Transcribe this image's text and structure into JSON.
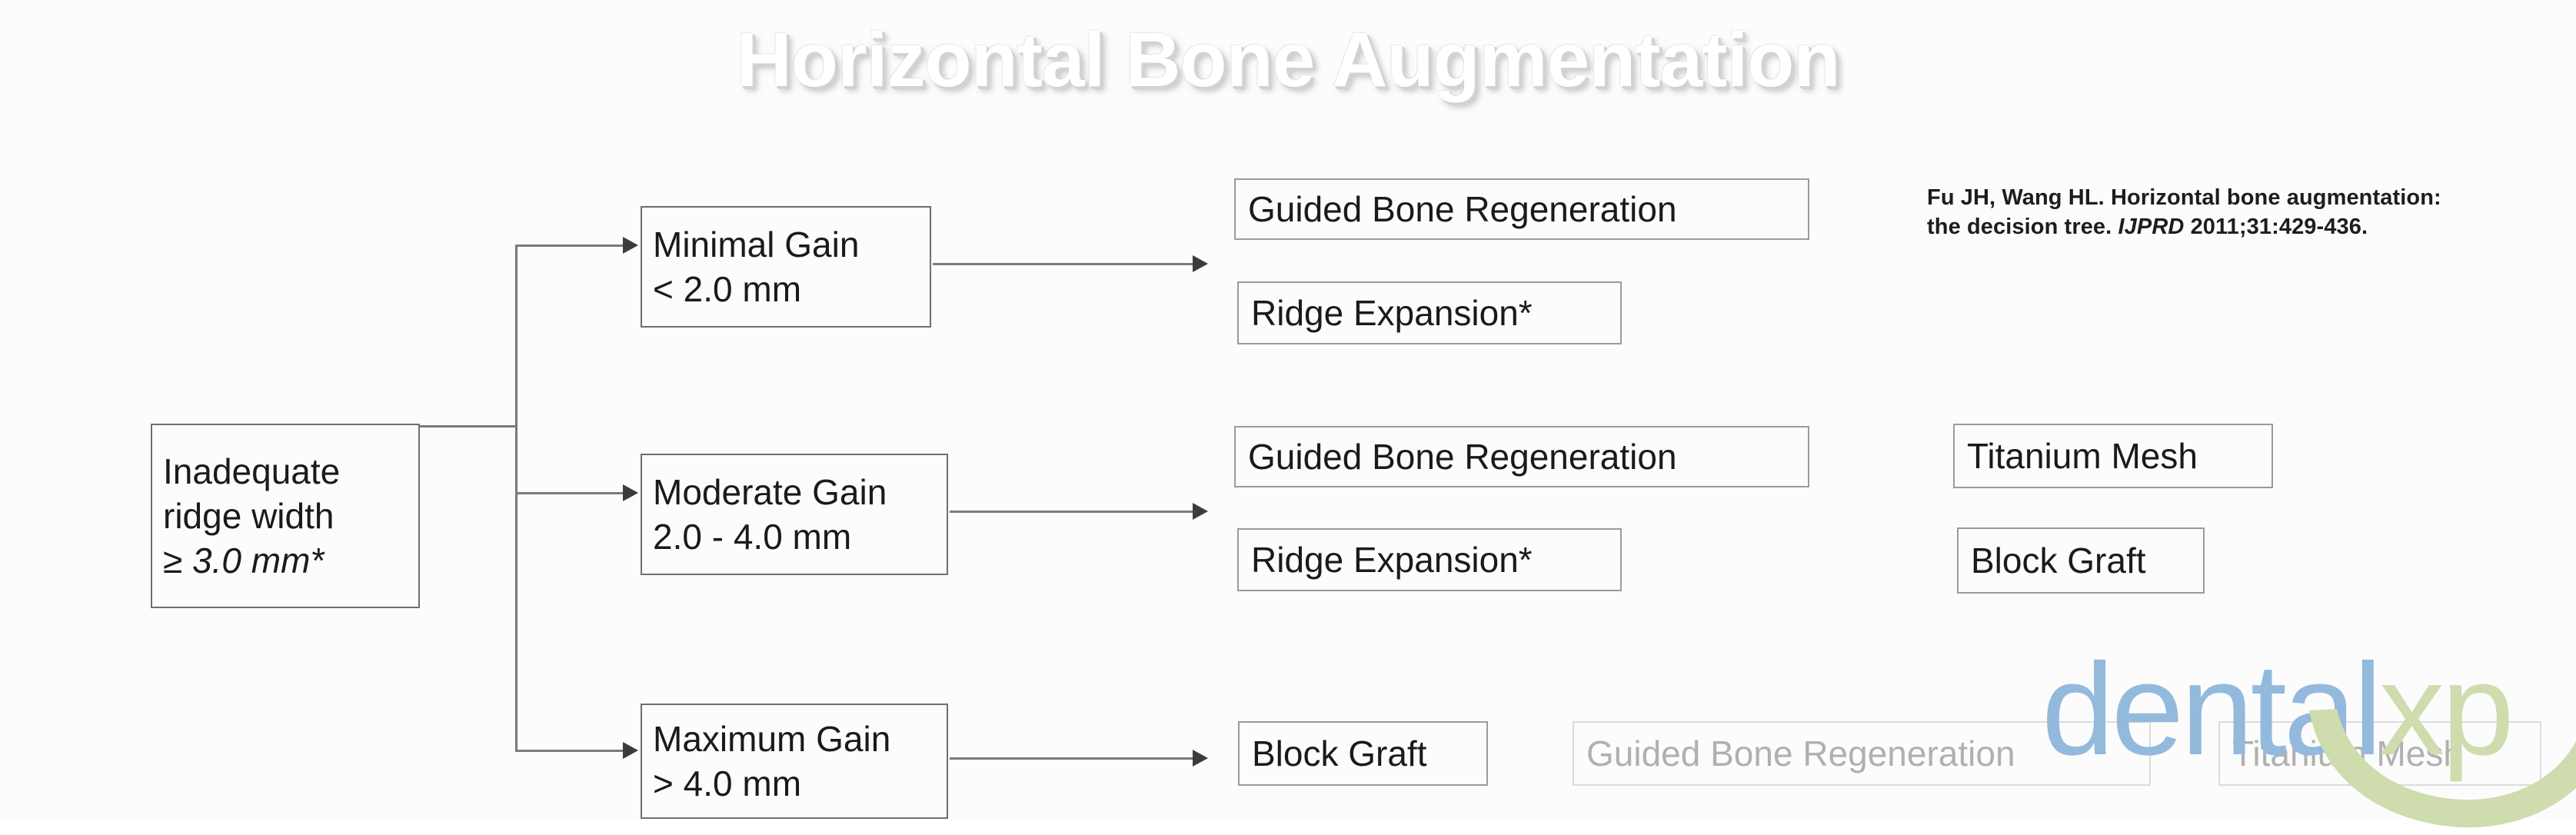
{
  "page": {
    "title": "Horizontal Bone Augmentation",
    "background_color": "#fcfcfc",
    "box_border_color": "#6f6f6f",
    "treatment_border_color": "#9b9b9b",
    "faded_color": "#b0b0b0",
    "connector_color": "#7a7a7a"
  },
  "citation": {
    "line1": "Fu JH, Wang HL. Horizontal bone augmentation:",
    "line2_pre": "the decision tree. ",
    "journal": "IJPRD",
    "line2_post": " 2011;31:429-436."
  },
  "root": {
    "line1": "Inadequate",
    "line2": "ridge width",
    "line3": "≥ 3.0 mm*"
  },
  "branches": [
    {
      "id": "minimal",
      "line1": "Minimal Gain",
      "line2": "< 2.0 mm",
      "treatments": [
        {
          "label": "Guided Bone Regeneration",
          "state": "normal"
        },
        {
          "label": "Ridge Expansion*",
          "state": "normal"
        }
      ]
    },
    {
      "id": "moderate",
      "line1": "Moderate Gain",
      "line2": "2.0 - 4.0 mm",
      "treatments": [
        {
          "label": "Guided Bone Regeneration",
          "state": "normal"
        },
        {
          "label": "Ridge Expansion*",
          "state": "normal"
        },
        {
          "label": "Titanium Mesh",
          "state": "normal"
        },
        {
          "label": "Block Graft",
          "state": "normal"
        }
      ]
    },
    {
      "id": "maximum",
      "line1": "Maximum Gain",
      "line2": "> 4.0 mm",
      "treatments": [
        {
          "label": "Block Graft",
          "state": "normal"
        },
        {
          "label": "Guided Bone Regeneration",
          "state": "faded"
        },
        {
          "label": "Titanium Mesh",
          "state": "faded"
        }
      ]
    }
  ],
  "watermark": {
    "part1": "dental",
    "part2": "xp",
    "color1": "#93b9dd",
    "color2": "#cedcae"
  }
}
